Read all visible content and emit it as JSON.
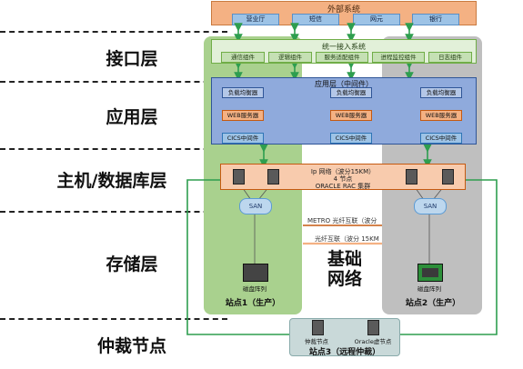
{
  "layers": {
    "interface": "接口层",
    "application": "应用层",
    "host_db": "主机/数据库层",
    "storage": "存储层",
    "arbitration": "仲裁节点"
  },
  "external": {
    "title": "外部系统",
    "items": [
      "营业厅",
      "短信",
      "网元",
      "银行"
    ]
  },
  "unified": {
    "title": "统一接入系统",
    "components": [
      "通信组件",
      "逻辑组件",
      "服务适配组件",
      "进程监控组件",
      "日志组件"
    ]
  },
  "app_layer": {
    "title": "应用层（中间件）",
    "load_balancer": "负载均衡器",
    "web_server": "WEB服务器",
    "cics": "CICS中间件"
  },
  "db_layer": {
    "line1": "Ip 网络（波分15KM）",
    "line2": "4 节点",
    "line3": "ORACLE RAC  集群"
  },
  "storage": {
    "san": "SAN",
    "disk_array": "磁盘阵列"
  },
  "network": {
    "metro": "METRO   光纤互联（波分",
    "fiber": "光纤互联（波分 15KM",
    "big_label_1": "基础",
    "big_label_2": "网络"
  },
  "sites": {
    "site1": "站点1（生产）",
    "site2": "站点2（生产）",
    "site3": "站点3（远程仲裁）"
  },
  "arbiter": {
    "node": "仲裁节点",
    "oracle": "Oracle虚节点"
  },
  "colors": {
    "site1": "#a9d18e",
    "site2": "#bfbfbf",
    "external": "#f4b183",
    "app": "#8faadc",
    "link": "#2e9e4f"
  }
}
